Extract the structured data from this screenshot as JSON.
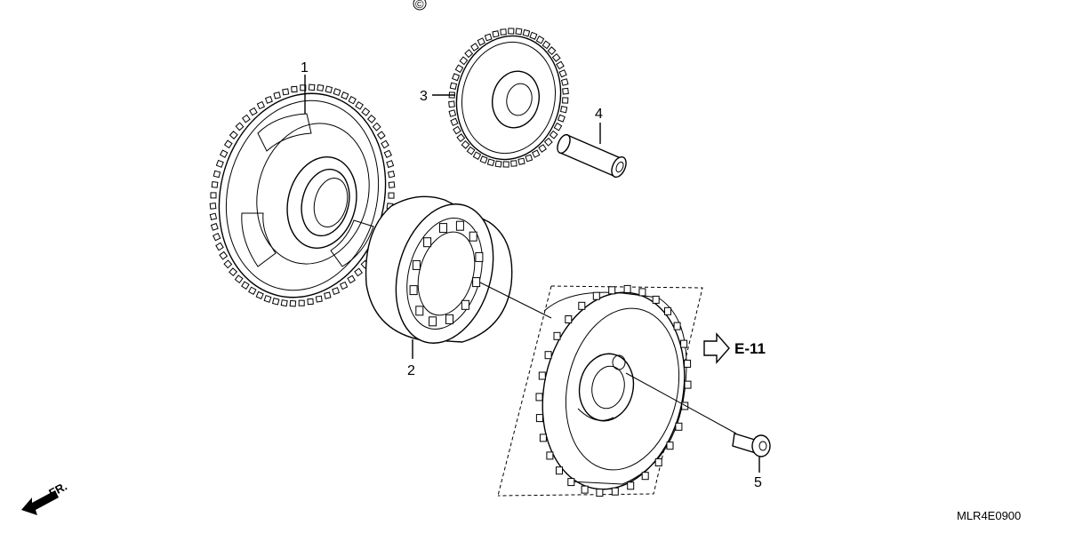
{
  "diagram": {
    "copyright_symbol": "©",
    "callouts": [
      {
        "id": "1",
        "label": "1"
      },
      {
        "id": "2",
        "label": "2"
      },
      {
        "id": "3",
        "label": "3"
      },
      {
        "id": "4",
        "label": "4"
      },
      {
        "id": "5",
        "label": "5"
      }
    ],
    "reference": {
      "label": "E-11"
    },
    "direction": {
      "label": "FR."
    },
    "diagram_code": "MLR4E0900"
  }
}
